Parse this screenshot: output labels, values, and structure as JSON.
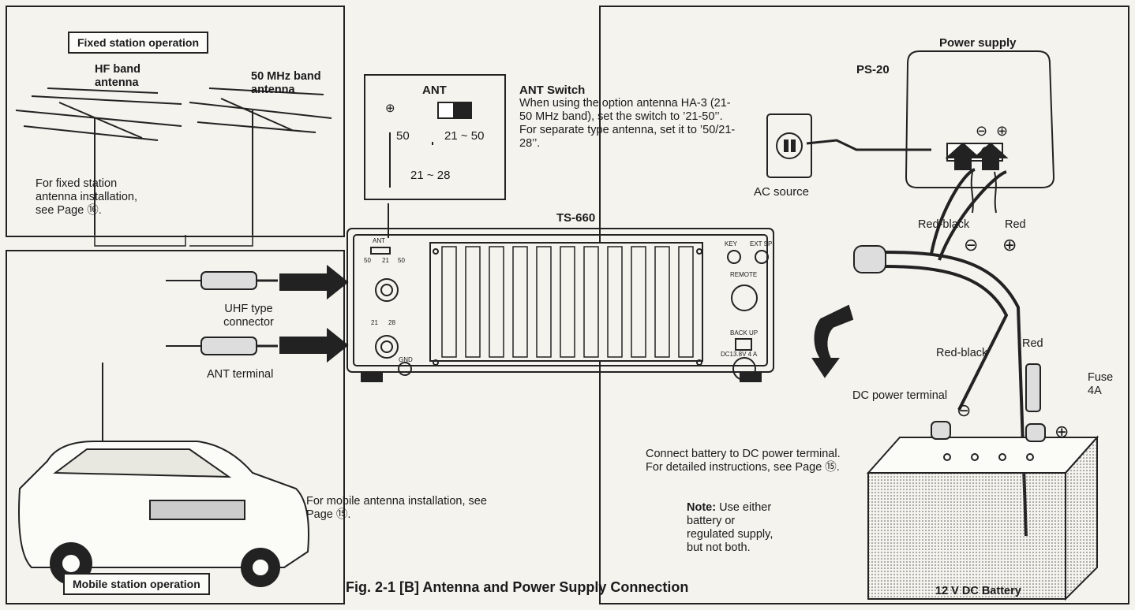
{
  "labels": {
    "fixed_station": "Fixed station operation",
    "mobile_station": "Mobile station operation",
    "hf_antenna": "HF band antenna",
    "mhz50_antenna": "50 MHz band antenna",
    "fixed_install": "For fixed station antenna installation, see Page ⑯.",
    "ant_switch_title": "ANT Switch",
    "ant_switch_desc": "When using the option antenna HA-3 (21-50 MHz band), set the switch to ’21-50’’. For separate type antenna, set it to ’50/21-28’’.",
    "ant_box_title": "ANT",
    "sw_50": "50",
    "sw_21_50": "21 ~ 50",
    "sw_21_28": "21 ~ 28",
    "sw_plus": "⊕",
    "uhf_connector": "UHF type connector",
    "ant_terminal": "ANT terminal",
    "ts660": "TS-660",
    "power_supply": "Power supply",
    "ps20": "PS-20",
    "ac_source": "AC source",
    "red_black_top": "Red-black",
    "red_top": "Red",
    "red_black_mid": "Red-black",
    "red_mid": "Red",
    "fuse": "Fuse 4A",
    "dc_terminal": "DC power terminal",
    "connect_battery": "Connect battery to DC power terminal. For detailed instructions, see Page ⑮.",
    "note_label": "Note:",
    "note_text": "Use either battery or regulated supply, but not both.",
    "mobile_install": "For mobile antenna installation, see Page ⑮.",
    "fig_caption": "Fig. 2-1 [B]  Antenna and Power Supply Connection",
    "battery": "12 V DC Battery",
    "panel_key": "KEY",
    "panel_ext_sp": "EXT SP",
    "panel_remote": "REMOTE",
    "panel_back_up": "BACK UP",
    "panel_dc": "DC13.8V 4 A",
    "panel_gnd": "GND",
    "panel_ant": "ANT",
    "panel_50": "50",
    "panel_21": "21",
    "panel_50b": "50",
    "panel_21b": "21",
    "panel_28": "28",
    "sign_minus": "⊖",
    "sign_plus": "⊕"
  },
  "colors": {
    "ink": "#1a1a1a",
    "paper": "#f4f3ee"
  }
}
